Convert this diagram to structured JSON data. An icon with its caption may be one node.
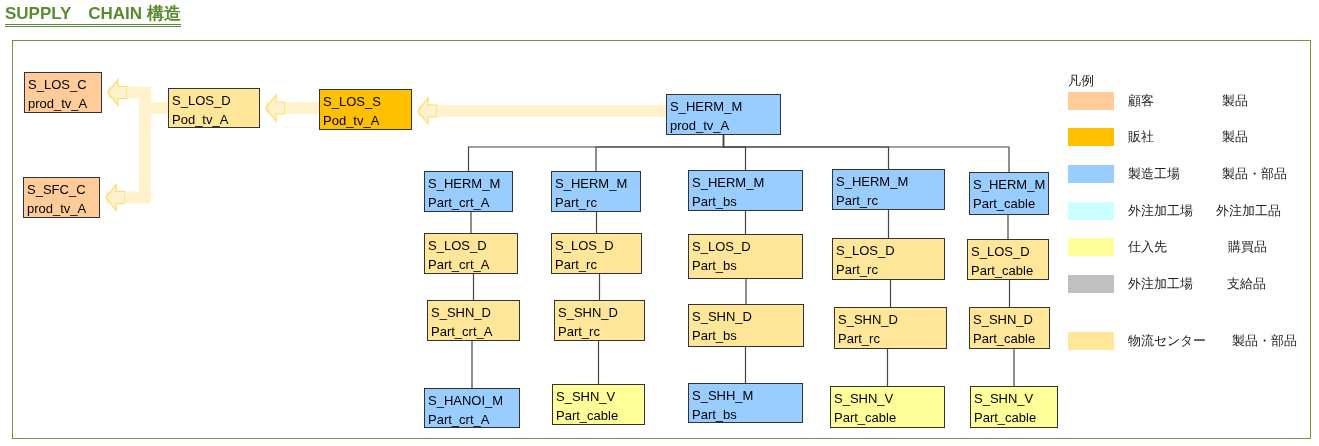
{
  "diagram": {
    "title": "SUPPLY　CHAIN 構造",
    "nodes": [
      {
        "text": [
          "S_LOS_C",
          "prod_tv_A"
        ]
      },
      {
        "text": [
          "S_LOS_D",
          "Pod_tv_A"
        ]
      },
      {
        "text": [
          "S_LOS_S",
          "Pod_tv_A"
        ]
      },
      {
        "text": [
          "S_HERM_M",
          "prod_tv_A"
        ]
      },
      {
        "text": [
          "S_SFC_C",
          "prod_tv_A"
        ]
      },
      {
        "text": [
          "S_HERM_M",
          "Part_crt_A"
        ]
      },
      {
        "text": [
          "S_HERM_M",
          "Part_rc"
        ]
      },
      {
        "text": [
          "S_HERM_M",
          "Part_bs"
        ]
      },
      {
        "text": [
          "S_HERM_M",
          "Part_rc"
        ]
      },
      {
        "text": [
          "S_HERM_M",
          "Part_cable"
        ]
      },
      {
        "text": [
          "S_LOS_D",
          "Part_crt_A"
        ]
      },
      {
        "text": [
          "S_LOS_D",
          "Part_rc"
        ]
      },
      {
        "text": [
          "S_LOS_D",
          "Part_bs"
        ]
      },
      {
        "text": [
          "S_LOS_D",
          "Part_rc"
        ]
      },
      {
        "text": [
          "S_LOS_D",
          "Part_cable"
        ]
      },
      {
        "text": [
          "S_SHN_D",
          "Part_crt_A"
        ]
      },
      {
        "text": [
          "S_SHN_D",
          "Part_rc"
        ]
      },
      {
        "text": [
          "S_SHN_D",
          "Part_bs"
        ]
      },
      {
        "text": [
          "S_SHN_D",
          "Part_rc"
        ]
      },
      {
        "text": [
          "S_SHN_D",
          "Part_cable"
        ]
      },
      {
        "text": [
          "S_HANOI_M",
          "Part_crt_A"
        ]
      },
      {
        "text": [
          "S_SHN_V",
          "Part_cable"
        ]
      },
      {
        "text": [
          "S_SHH_M",
          "Part_bs"
        ]
      },
      {
        "text": [
          "S_SHN_V",
          "Part_cable"
        ]
      },
      {
        "text": [
          "S_SHN_V",
          "Part_cable"
        ]
      }
    ],
    "edges": [
      {
        "from": 3,
        "to": 2,
        "arrow": "to",
        "style": "thick",
        "color": "#fff2cc"
      },
      {
        "from": 2,
        "to": 1,
        "arrow": "to",
        "style": "thick",
        "color": "#fff2cc"
      },
      {
        "from": 1,
        "to": 0,
        "arrow": "to",
        "style": "thick",
        "color": "#fff2cc"
      },
      {
        "from": 1,
        "to": 4,
        "arrow": "to",
        "style": "thick",
        "color": "#fff2cc"
      },
      {
        "from": 3,
        "to": 5,
        "arrow": "none"
      },
      {
        "from": 3,
        "to": 6,
        "arrow": "none"
      },
      {
        "from": 3,
        "to": 7,
        "arrow": "none"
      },
      {
        "from": 3,
        "to": 8,
        "arrow": "none"
      },
      {
        "from": 3,
        "to": 9,
        "arrow": "none"
      },
      {
        "from": 5,
        "to": 10,
        "arrow": "none"
      },
      {
        "from": 6,
        "to": 11,
        "arrow": "none"
      },
      {
        "from": 7,
        "to": 12,
        "arrow": "none"
      },
      {
        "from": 8,
        "to": 13,
        "arrow": "none"
      },
      {
        "from": 9,
        "to": 14,
        "arrow": "none"
      },
      {
        "from": 10,
        "to": 15,
        "arrow": "none"
      },
      {
        "from": 11,
        "to": 16,
        "arrow": "none"
      },
      {
        "from": 12,
        "to": 17,
        "arrow": "none"
      },
      {
        "from": 13,
        "to": 18,
        "arrow": "none"
      },
      {
        "from": 14,
        "to": 19,
        "arrow": "none"
      },
      {
        "from": 15,
        "to": 20,
        "arrow": "none"
      },
      {
        "from": 16,
        "to": 21,
        "arrow": "none"
      },
      {
        "from": 17,
        "to": 22,
        "arrow": "none"
      },
      {
        "from": 18,
        "to": 23,
        "arrow": "none"
      },
      {
        "from": 19,
        "to": 24,
        "arrow": "none"
      }
    ],
    "labels": [
      "凡例"
    ],
    "legend": [
      {
        "text": "顧客 製品",
        "color": "#ffcc99"
      },
      {
        "text": "販社 製品",
        "color": "#ffc000"
      },
      {
        "text": "製造工場 製品・部品",
        "color": "#99ccff"
      },
      {
        "text": "外注加工場 外注加工品",
        "color": "#ccffff"
      },
      {
        "text": "仕入先 購買品",
        "color": "#ffff99"
      },
      {
        "text": "外注加工場 支給品",
        "color": "#c0c0c0"
      },
      {
        "text": "物流センター 製品・部品",
        "color": "#ffe699"
      }
    ]
  }
}
